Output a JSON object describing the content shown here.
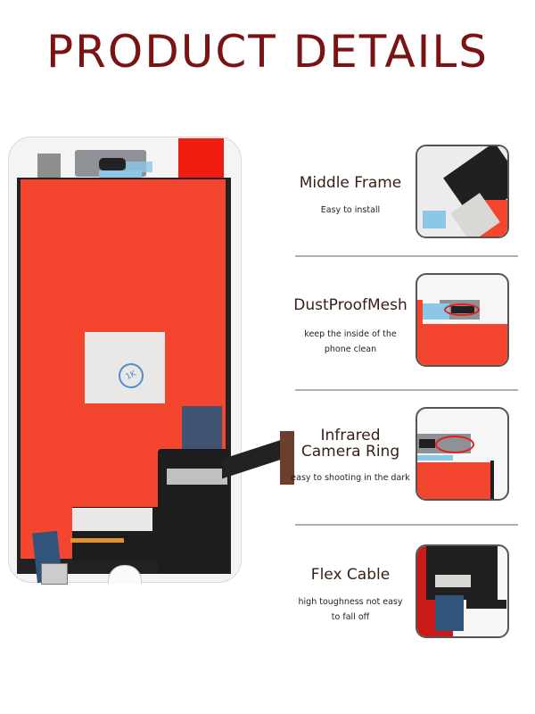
{
  "header": {
    "title": "PRODUCT DETAILS"
  },
  "colors": {
    "title": "#7a1313",
    "feature_title": "#3a1d16",
    "panel_red": "#f4462f",
    "divider": "#b0b0b0"
  },
  "product_image": {
    "alt": "iPhone LCD screen assembly rear view (white frame)",
    "stamp_text": "1K"
  },
  "features": [
    {
      "title": "Middle Frame",
      "description": "Easy to install",
      "thumbnail": "middle-frame-closeup"
    },
    {
      "title": "DustProofMesh",
      "description_line1": "keep the inside of the",
      "description_line2": "phone clean",
      "thumbnail": "dust-proof-mesh-closeup"
    },
    {
      "title_line1": "Infrared",
      "title_line2": "Camera Ring",
      "description": "easy to shooting in the dark",
      "thumbnail": "infrared-camera-ring-closeup"
    },
    {
      "title": "Flex Cable",
      "description_line1": "high toughness not easy",
      "description_line2": "to fall off",
      "thumbnail": "flex-cable-closeup"
    }
  ]
}
